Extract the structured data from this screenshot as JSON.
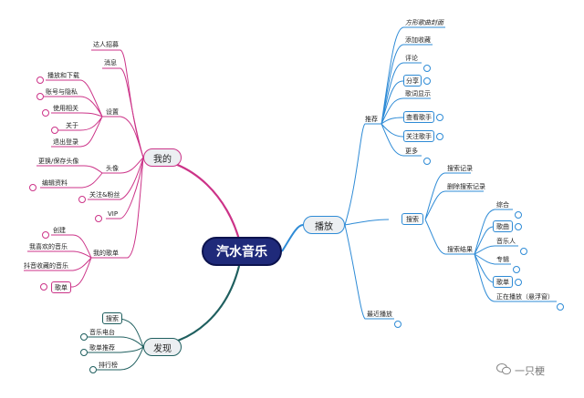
{
  "root": "汽水音乐",
  "colors": {
    "root": "#1f2a7a",
    "my": "#cc3388",
    "play": "#2e8bd6",
    "discover": "#1f5f5f"
  },
  "my": {
    "label": "我的",
    "talent": "达人招募",
    "messages": "消息",
    "settings": {
      "label": "设置",
      "items": [
        "播放和下载",
        "账号与隐私",
        "使用相关",
        "关于",
        "退出登录"
      ]
    },
    "avatar": {
      "label": "头像",
      "items": [
        "更换/保存头像",
        "编辑资料"
      ]
    },
    "follow": "关注&粉丝",
    "vip": "VIP",
    "songs": {
      "label": "我的歌单",
      "items": [
        "创建",
        "我喜欢的音乐",
        "抖音收藏的音乐"
      ],
      "playlist": "歌单"
    }
  },
  "discover": {
    "label": "发现",
    "items": [
      "搜索",
      "音乐电台",
      "歌单推荐",
      "排行榜"
    ]
  },
  "play": {
    "label": "播放",
    "recommend": {
      "label": "推荐",
      "items": [
        "方形歌曲封面",
        "添加收藏",
        "评论",
        "分享",
        "歌词显示",
        "查看歌手",
        "关注歌手",
        "更多"
      ]
    },
    "search": {
      "label": "搜索",
      "items": [
        "搜索记录",
        "删除搜索记录"
      ],
      "results": {
        "label": "搜索结果",
        "items": [
          "综合",
          "歌曲",
          "音乐人",
          "专辑",
          "歌单",
          "正在播放（悬浮窗）"
        ]
      }
    },
    "recent": "最近播放"
  },
  "watermark": "一只梗"
}
